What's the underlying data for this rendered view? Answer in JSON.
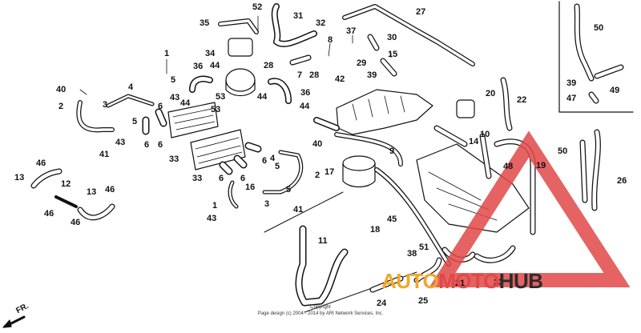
{
  "diagram": {
    "callouts": [
      "1",
      "2",
      "3",
      "4",
      "5",
      "6",
      "7",
      "8",
      "9",
      "10",
      "11",
      "12",
      "13",
      "14",
      "15",
      "16",
      "17",
      "18",
      "19",
      "20",
      "21",
      "22",
      "23",
      "24",
      "25",
      "26",
      "27",
      "28",
      "29",
      "30",
      "31",
      "32",
      "33",
      "34",
      "35",
      "36",
      "37",
      "38",
      "39",
      "40",
      "41",
      "42",
      "43",
      "44",
      "45",
      "46",
      "47",
      "48",
      "49",
      "50",
      "51",
      "52",
      "53"
    ],
    "orientation_marker": "FR.",
    "copyright_line1": "Copyright",
    "copyright_line2": "Page design (c) 2004 - 2014 by ARI Network Services, Inc.",
    "watermark_part1": "AUTO",
    "watermark_part2": "MOTO",
    "watermark_part3": "HUB",
    "colors": {
      "line": "#111111",
      "watermark_red": "#e04848",
      "watermark_orange": "#f2a72a",
      "watermark_dark": "#2c2c2c"
    }
  }
}
